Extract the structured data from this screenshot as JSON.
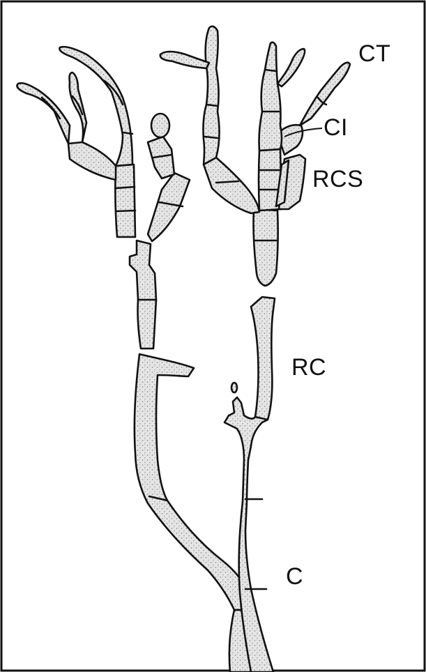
{
  "figure": {
    "labels": {
      "ct": "CT",
      "ci": "CI",
      "rcs": "RCS",
      "rc": "RC",
      "c": "C"
    },
    "colors": {
      "ink": "#111111",
      "cell_fill": "#e6e6e6",
      "stipple": "#7a7a7a",
      "background": "#ffffff"
    }
  }
}
